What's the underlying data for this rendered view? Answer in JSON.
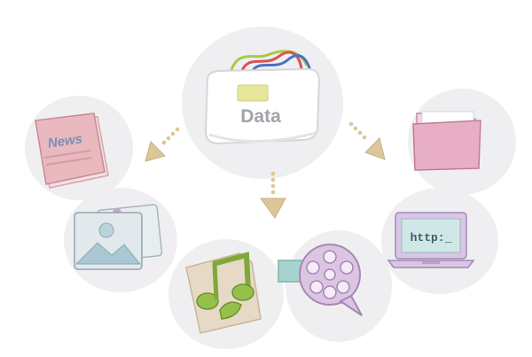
{
  "diagram": {
    "center": {
      "label": "Data",
      "icon": "data-storage-box-icon"
    },
    "items": [
      {
        "id": "news",
        "label": "News",
        "icon": "newspaper-icon"
      },
      {
        "id": "images",
        "icon": "picture-icon"
      },
      {
        "id": "music",
        "icon": "music-note-icon"
      },
      {
        "id": "video",
        "icon": "film-reel-icon"
      },
      {
        "id": "web",
        "label": "http:_",
        "icon": "laptop-icon"
      },
      {
        "id": "files",
        "icon": "folder-icon"
      }
    ],
    "arrows": [
      "arrow-left-icon",
      "arrow-down-icon",
      "arrow-right-icon"
    ]
  },
  "colors": {
    "bubble": "#efeff1",
    "arrow": "#dcc79a",
    "news": "#e9b9bf",
    "image": "#b9d3dc",
    "music": "#95c04a",
    "video": "#dbc5e3",
    "folder": "#e7aec6",
    "laptop": "#d9c5e6",
    "data_tag": "#e7e59a"
  }
}
